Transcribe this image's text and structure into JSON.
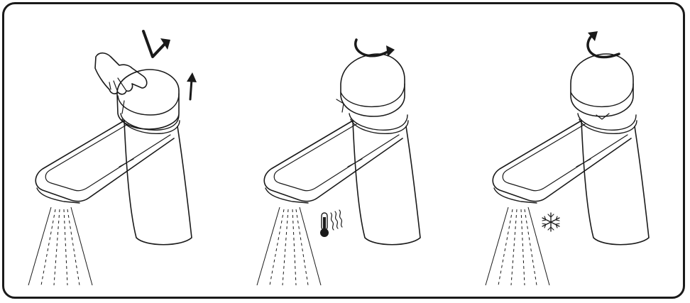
{
  "panels": [
    {
      "step": "push-handle",
      "motion_icon": "push-down-arrow-icon",
      "lift_icon": "lift-up-arrow-icon",
      "hand_icon": "pointing-hand-icon"
    },
    {
      "step": "rotate-for-hot",
      "motion_icon": "rotate-clockwise-arrow-icon",
      "temperature_icon": "hot-thermometer-icon"
    },
    {
      "step": "rotate-for-cold",
      "motion_icon": "rotate-counterclockwise-arrow-icon",
      "temperature_icon": "snowflake-icon"
    }
  ],
  "colors": {
    "outline": "#1a1a1a",
    "handle_fill": "#b3b3b3",
    "background": "#ffffff"
  }
}
